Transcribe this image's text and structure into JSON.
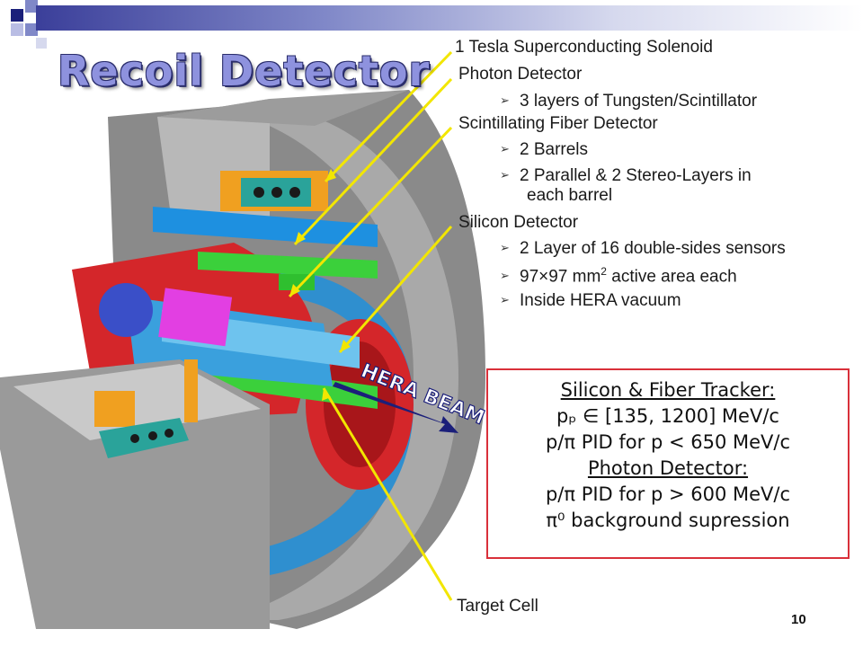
{
  "slide": {
    "title": "Recoil Detector",
    "page_number": "10"
  },
  "labels": {
    "solenoid": "1 Tesla Superconducting Solenoid",
    "photon_detector": "Photon Detector",
    "photon_bullet_1": "3 layers of Tungsten/Scintillator",
    "fiber_detector": "Scintillating Fiber Detector",
    "fiber_bullet_1": "2 Barrels",
    "fiber_bullet_2a": "2 Parallel & 2 Stereo-Layers in",
    "fiber_bullet_2b": "each barrel",
    "silicon_detector": "Silicon Detector",
    "silicon_bullet_1": "2 Layer of 16 double-sides sensors",
    "silicon_bullet_2_pre": "97×97 mm",
    "silicon_bullet_2_sup": "2",
    "silicon_bullet_2_post": " active area each",
    "silicon_bullet_3": "Inside HERA vacuum",
    "target_cell": "Target Cell",
    "hera_beam": "HERA BEAM"
  },
  "info_box": {
    "line1": "Silicon & Fiber Tracker:",
    "line2": "pₚ ∈ [135, 1200] MeV/c",
    "line3": "p/π PID for p < 650 MeV/c",
    "line4": "Photon Detector:",
    "line5": "p/π PID for p > 600 MeV/c",
    "line6": "π⁰ background supression"
  },
  "colors": {
    "title_fill": "#8e92de",
    "callout_line": "#f2e600",
    "box_border": "#d9303a",
    "beam_arrow": "#1b1f7a"
  },
  "icons": {
    "bullet": "right-arrowhead-icon"
  }
}
